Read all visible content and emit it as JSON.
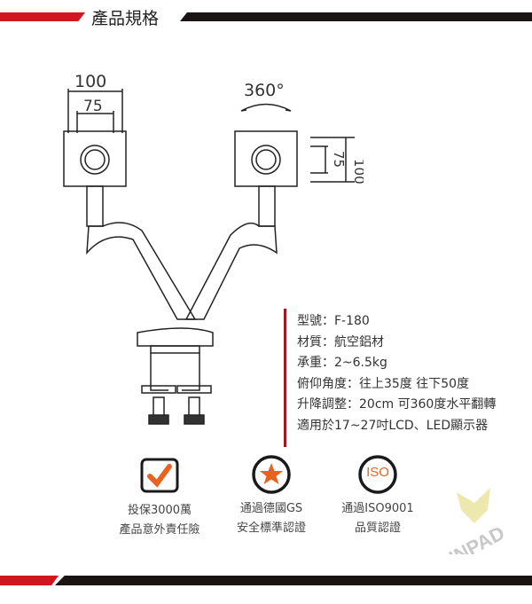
{
  "header": {
    "title": "產品規格"
  },
  "diagram": {
    "dim_outer": "100",
    "dim_inner": "75",
    "rotation": "360°",
    "dim_side_inner": "75",
    "dim_side_outer": "100"
  },
  "specs": [
    "型號：F-180",
    "材質：航空鋁材",
    "承重：2~6.5kg",
    "俯仰角度：往上35度  往下50度",
    "升降調整：20cm  可360度水平翻轉",
    "適用於17~27吋LCD、LED顯示器"
  ],
  "certs": [
    {
      "icon": "check-icon",
      "line1": "投保3000萬",
      "line2": "產品意外責任險"
    },
    {
      "icon": "star-icon",
      "line1": "通過德國GS",
      "line2": "安全標準認證"
    },
    {
      "icon": "iso-icon",
      "iso_text": "ISO",
      "line1": "通過ISO9001",
      "line2": "品質認證"
    }
  ],
  "logo": {
    "text": "INPAD"
  },
  "colors": {
    "red": "#d0161e",
    "black": "#1b1414",
    "orange": "#e8641e"
  }
}
